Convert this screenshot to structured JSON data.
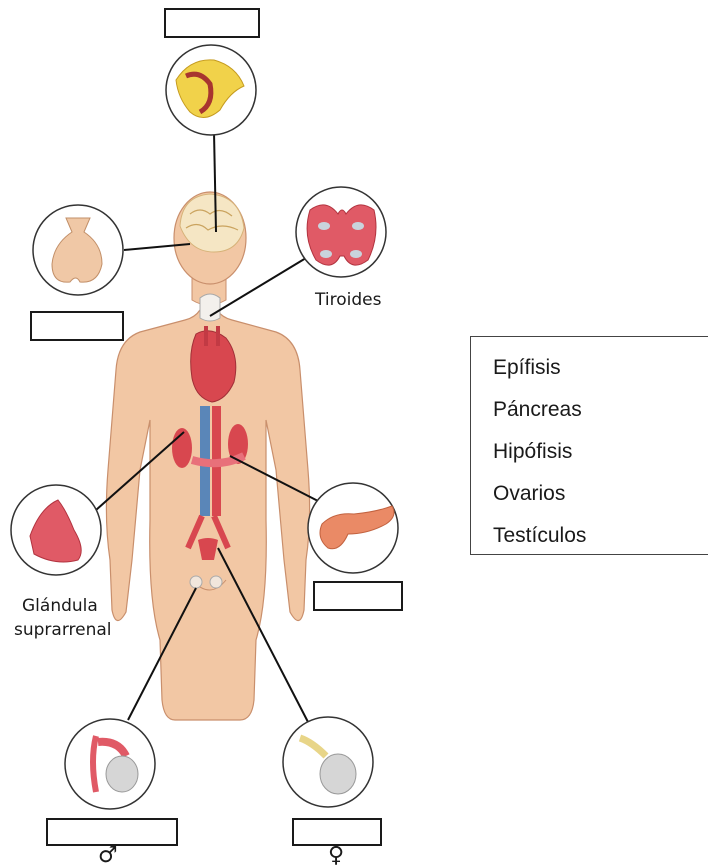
{
  "labels": {
    "thyroid": "Tiroides",
    "adrenal_line1": "Glándula",
    "adrenal_line2": "suprarrenal"
  },
  "word_bank": {
    "items": [
      "Epífisis",
      "Páncreas",
      "Hipófisis",
      "Ovarios",
      "Testículos"
    ]
  },
  "symbols": {
    "male": "♂",
    "female": "♀"
  },
  "colors": {
    "skin": "#f2c7a4",
    "skin_shadow": "#e0a884",
    "organ_red": "#d8474f",
    "organ_pink": "#e8707a",
    "vein_blue": "#5a86b8",
    "gland_yellow": "#f1d24a",
    "line": "#111111"
  }
}
